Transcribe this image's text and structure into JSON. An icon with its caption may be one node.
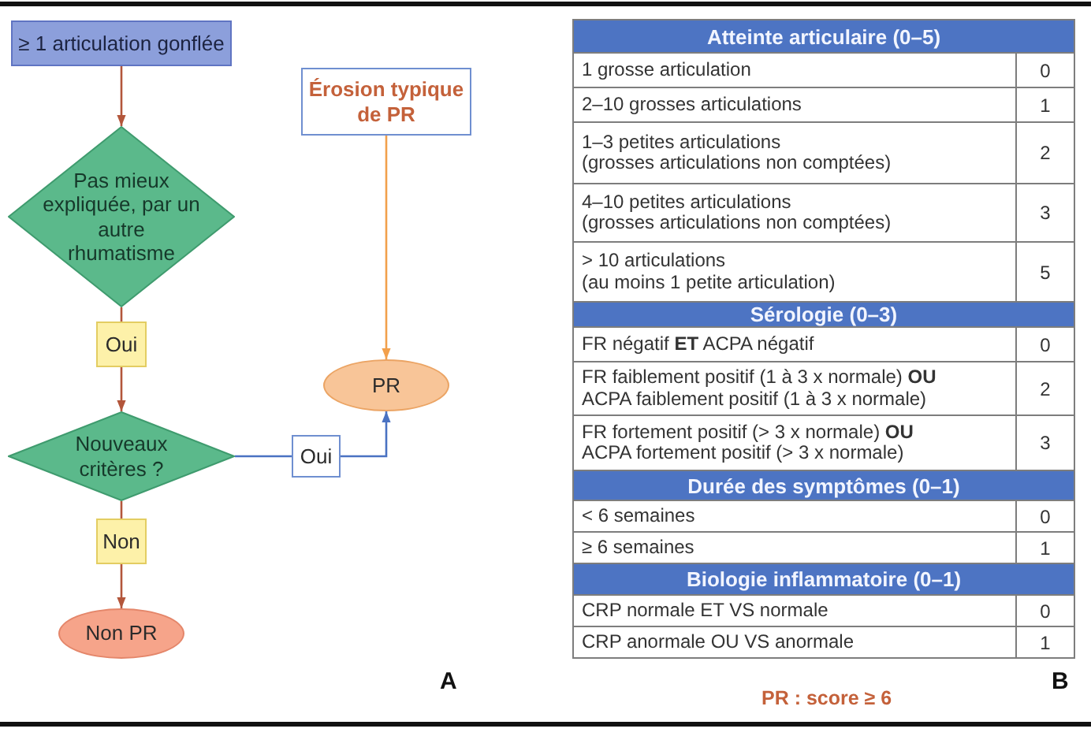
{
  "diagram": {
    "nodes": [
      {
        "text": [
          "≥ 1 articulation gonflée"
        ]
      },
      {
        "text": [
          "Pas mieux expliquée, par un autre rhumatisme"
        ]
      },
      {
        "text": [
          "Oui"
        ]
      },
      {
        "text": [
          "Nouveaux critères ?"
        ]
      },
      {
        "text": [
          "Non"
        ]
      },
      {
        "text": [
          "Non PR"
        ]
      },
      {
        "text": [
          "Érosion typique de PR"
        ]
      },
      {
        "text": [
          "PR"
        ]
      },
      {
        "text": [
          "Oui"
        ]
      }
    ],
    "edges": [
      {
        "from": 0,
        "to": 1,
        "arrow": "to"
      },
      {
        "from": 1,
        "to": 2,
        "arrow": "none"
      },
      {
        "from": 2,
        "to": 3,
        "arrow": "to"
      },
      {
        "from": 3,
        "to": 4,
        "arrow": "none"
      },
      {
        "from": 4,
        "to": 5,
        "arrow": "to"
      },
      {
        "from": 6,
        "to": 7,
        "arrow": "to",
        "color": "#f2a04c"
      },
      {
        "from": 3,
        "to": 8,
        "arrow": "none",
        "color": "#4a72c2"
      },
      {
        "from": 8,
        "to": 7,
        "arrow": "to",
        "color": "#4a72c2"
      }
    ],
    "labels": [
      "Atteinte articulaire (0–5)",
      "1 grosse articulation",
      "0",
      "2–10 grosses articulations",
      "1",
      "1–3 petites articulations (grosses articulations non comptées)",
      "2",
      "4–10 petites articulations (grosses articulations non comptées)",
      "3",
      "> 10 articulations (au moins 1 petite articulation)",
      "5",
      "Sérologie (0–3)",
      "FR négatif **ET** ACPA négatif",
      "0",
      "FR faiblement positif (1 à 3 x normale) **OU** ACPA faiblement positif (1 à 3 x normale)",
      "2",
      "FR fortement positif (> 3 x normale) **OU** ACPA fortement positif (> 3 x normale)",
      "3",
      "Durée des symptômes (0–1)",
      "< 6 semaines",
      "0",
      "≥ 6 semaines",
      "1",
      "Biologie inflammatoire (0–1)",
      "CRP normale ET VS normale",
      "0",
      "CRP anormale OU VS anormale",
      "1",
      "A",
      "B",
      "PR : score ≥ 6"
    ]
  }
}
